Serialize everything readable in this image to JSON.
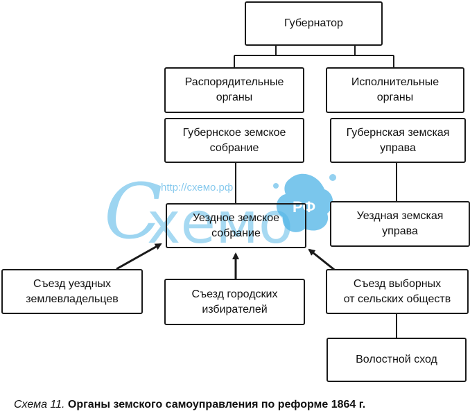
{
  "nodes": {
    "governor": "Губернатор",
    "administrative_bodies": "Распорядительные\nорганы",
    "executive_bodies": "Исполнительные\nорганы",
    "provincial_assembly": "Губернское земское\nсобрание",
    "provincial_council": "Губернская земская\nуправа",
    "district_assembly": "Уездное земское\nсобрание",
    "district_council": "Уездная земская\nуправа",
    "landowners_congress": "Съезд уездных\nземлевладельцев",
    "urban_voters_congress": "Съезд городских\nизбирателей",
    "rural_electors_congress": "Съезд выборных\nот сельских обществ",
    "volost_assembly": "Волостной сход"
  },
  "watermark": {
    "url": "http://схемо.рф",
    "logo_text": "Схемо",
    "badge": "РФ"
  },
  "caption": {
    "prefix": "Схема 11.",
    "title": "Органы земского самоуправления по реформе 1864 г."
  },
  "colors": {
    "line": "#1a1a1a",
    "watermark": "#4db3e6"
  }
}
